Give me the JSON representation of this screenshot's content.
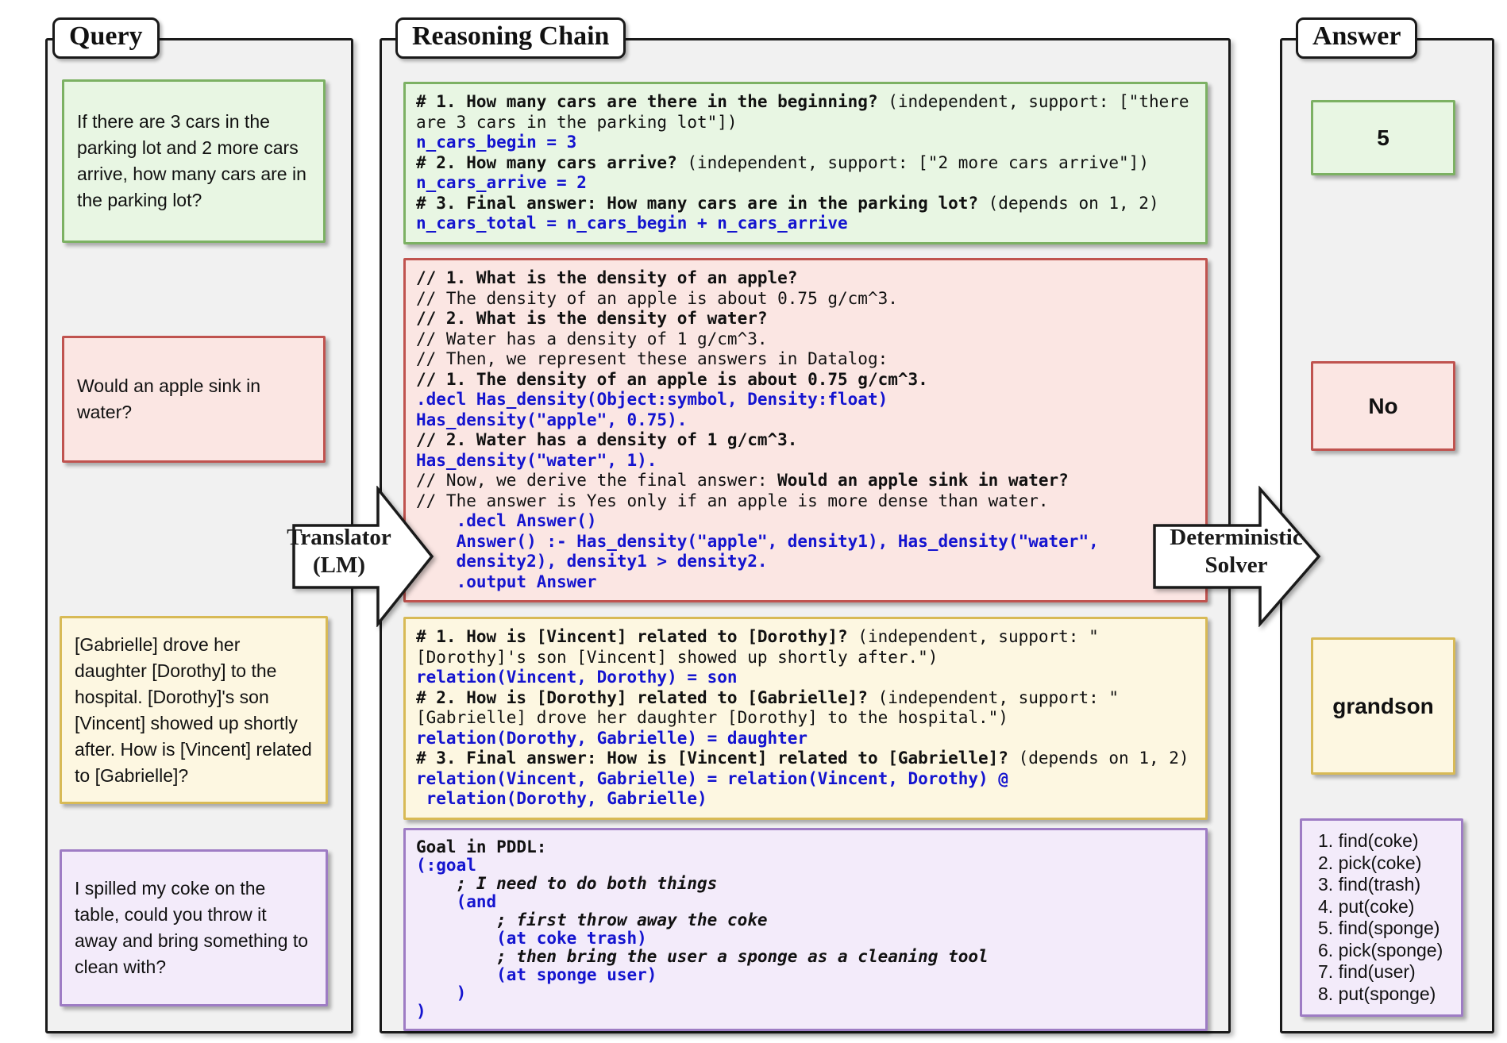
{
  "columns": {
    "query": {
      "title": "Query"
    },
    "reasoning": {
      "title": "Reasoning Chain"
    },
    "answer": {
      "title": "Answer"
    }
  },
  "arrows": {
    "translator": {
      "line1": "Translator",
      "line2": "(LM)"
    },
    "solver": {
      "line1": "Deterministic",
      "line2": "Solver"
    }
  },
  "queries": {
    "cars": "If there are 3 cars in the parking lot and 2 more cars arrive, how many cars are in the parking lot?",
    "apple": "Would an apple sink in water?",
    "family": "[Gabrielle] drove her daughter [Dorothy] to the hospital. [Dorothy]'s son [Vincent] showed up shortly after. How is [Vincent] related to [Gabrielle]?",
    "coke": "I spilled my coke on the table, could you throw it away and bring something to clean with?"
  },
  "reasoning_blocks": {
    "cars": [
      [
        [
          "b",
          "# 1. How many cars are there in the beginning?"
        ],
        [
          "p",
          " (independent, support: [\"there"
        ]
      ],
      [
        [
          "p",
          "are 3 cars in the parking lot\"])"
        ]
      ],
      [
        [
          "c",
          "n_cars_begin = 3"
        ]
      ],
      [
        [
          "b",
          "# 2. How many cars arrive?"
        ],
        [
          "p",
          " (independent, support: [\"2 more cars arrive\"])"
        ]
      ],
      [
        [
          "c",
          "n_cars_arrive = 2"
        ]
      ],
      [
        [
          "b",
          "# 3. Final answer: How many cars are in the parking lot?"
        ],
        [
          "p",
          " (depends on 1, 2)"
        ]
      ],
      [
        [
          "c",
          "n_cars_total = n_cars_begin + n_cars_arrive"
        ]
      ]
    ],
    "apple": [
      [
        [
          "b",
          "// 1. What is the density of an apple?"
        ]
      ],
      [
        [
          "p",
          "// The density of an apple is about 0.75 g/cm^3."
        ]
      ],
      [
        [
          "b",
          "// 2. What is the density of water?"
        ]
      ],
      [
        [
          "p",
          "// Water has a density of 1 g/cm^3."
        ]
      ],
      [
        [
          "p",
          "// Then, we represent these answers in Datalog:"
        ]
      ],
      [
        [
          "b",
          "// 1. The density of an apple is about 0.75 g/cm^3."
        ]
      ],
      [
        [
          "c",
          ".decl Has_density(Object:symbol, Density:float)"
        ]
      ],
      [
        [
          "c",
          "Has_density(\"apple\", 0.75)."
        ]
      ],
      [
        [
          "b",
          "// 2. Water has a density of 1 g/cm^3."
        ]
      ],
      [
        [
          "c",
          "Has_density(\"water\", 1)."
        ]
      ],
      [
        [
          "p",
          "// Now, we derive the final answer: "
        ],
        [
          "b",
          "Would an apple sink in water?"
        ]
      ],
      [
        [
          "p",
          "// The answer is Yes only if an apple is more dense than water."
        ]
      ],
      [
        [
          "c",
          "    .decl Answer()"
        ]
      ],
      [
        [
          "c",
          "    Answer() :- Has_density(\"apple\", density1), Has_density(\"water\","
        ]
      ],
      [
        [
          "c",
          "    density2), density1 > density2."
        ]
      ],
      [
        [
          "c",
          "    .output Answer"
        ]
      ]
    ],
    "family": [
      [
        [
          "b",
          "# 1. How is [Vincent] related to [Dorothy]?"
        ],
        [
          "p",
          " (independent, support: \""
        ]
      ],
      [
        [
          "p",
          "[Dorothy]'s son [Vincent] showed up shortly after.\")"
        ]
      ],
      [
        [
          "c",
          "relation(Vincent, Dorothy) = son"
        ]
      ],
      [
        [
          "b",
          "# 2. How is [Dorothy] related to [Gabrielle]?"
        ],
        [
          "p",
          " (independent, support: \""
        ]
      ],
      [
        [
          "p",
          "[Gabrielle] drove her daughter [Dorothy] to the hospital.\")"
        ]
      ],
      [
        [
          "c",
          "relation(Dorothy, Gabrielle) = daughter"
        ]
      ],
      [
        [
          "b",
          "# 3. Final answer: How is [Vincent] related to [Gabrielle]?"
        ],
        [
          "p",
          " (depends on 1, 2)"
        ]
      ],
      [
        [
          "c",
          "relation(Vincent, Gabrielle) = relation(Vincent, Dorothy) @"
        ]
      ],
      [
        [
          "c",
          " relation(Dorothy, Gabrielle)"
        ]
      ]
    ],
    "pddl": [
      [
        [
          "b",
          "Goal in PDDL:"
        ]
      ],
      [
        [
          "c",
          "(:goal"
        ]
      ],
      [
        [
          "i",
          "    ; I need to do both things"
        ]
      ],
      [
        [
          "c",
          "    (and"
        ]
      ],
      [
        [
          "i",
          "        ; first throw away the coke"
        ]
      ],
      [
        [
          "c",
          "        (at coke trash)"
        ]
      ],
      [
        [
          "i",
          "        ; then bring the user a sponge as a cleaning tool"
        ]
      ],
      [
        [
          "c",
          "        (at sponge user)"
        ]
      ],
      [
        [
          "c",
          "    )"
        ]
      ],
      [
        [
          "c",
          ")"
        ]
      ]
    ]
  },
  "answers": {
    "cars": "5",
    "apple": "No",
    "family": "grandson",
    "plan": [
      "1. find(coke)",
      "2. pick(coke)",
      "3. find(trash)",
      "4. put(coke)",
      "5. find(sponge)",
      "6. pick(sponge)",
      "7. find(user)",
      "8. put(sponge)"
    ]
  },
  "colors": {
    "green-border": "#7cb163",
    "green-fill": "#e8f6e3",
    "red-border": "#c0534f",
    "red-fill": "#fbe6e3",
    "yellow-border": "#d8ba56",
    "yellow-fill": "#fdf7e1",
    "purple-border": "#9e7cc4",
    "purple-fill": "#f3ebfa",
    "code-blue": "#1414cf",
    "panel-bg": "#f1f1f1"
  }
}
